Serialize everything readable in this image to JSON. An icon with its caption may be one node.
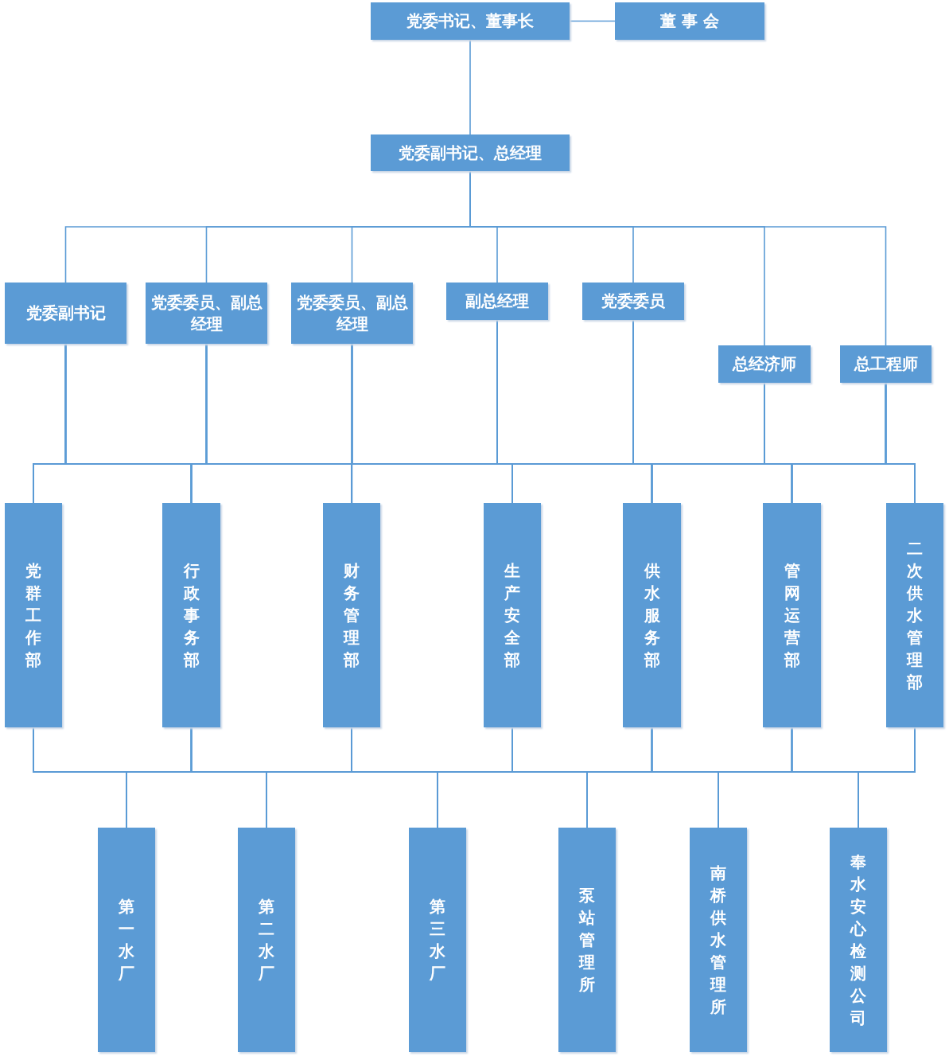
{
  "diagram": {
    "nodes": [
      {
        "text": [
          "党委书记、董事长"
        ]
      },
      {
        "text": [
          "董 事 会"
        ]
      },
      {
        "text": [
          "党委副书记、总经理"
        ]
      },
      {
        "text": [
          "党委副书记"
        ]
      },
      {
        "text": [
          "党委委员、副总经理"
        ]
      },
      {
        "text": [
          "党委委员、副总经理"
        ]
      },
      {
        "text": [
          "副总经理"
        ]
      },
      {
        "text": [
          "党委委员"
        ]
      },
      {
        "text": [
          "总经济师"
        ]
      },
      {
        "text": [
          "总工程师"
        ]
      },
      {
        "text": [
          "党群工作部"
        ]
      },
      {
        "text": [
          "行政事务部"
        ]
      },
      {
        "text": [
          "财务管理部"
        ]
      },
      {
        "text": [
          "生产安全部"
        ]
      },
      {
        "text": [
          "供水服务部"
        ]
      },
      {
        "text": [
          "管网运营部"
        ]
      },
      {
        "text": [
          "二次供水管理部"
        ]
      },
      {
        "text": [
          "第一水厂"
        ]
      },
      {
        "text": [
          "第二水厂"
        ]
      },
      {
        "text": [
          "第三水厂"
        ]
      },
      {
        "text": [
          "泵站管理所"
        ]
      },
      {
        "text": [
          "南桥供水管理所"
        ]
      },
      {
        "text": [
          "奉水安心检测公司"
        ]
      }
    ],
    "edges": [
      {
        "from": 0,
        "to": 1,
        "arrow": "none"
      },
      {
        "from": 0,
        "to": 2,
        "arrow": "none"
      },
      {
        "from": 2,
        "to": 3,
        "arrow": "none"
      },
      {
        "from": 2,
        "to": 4,
        "arrow": "none"
      },
      {
        "from": 2,
        "to": 5,
        "arrow": "none"
      },
      {
        "from": 2,
        "to": 6,
        "arrow": "none"
      },
      {
        "from": 2,
        "to": 7,
        "arrow": "none"
      },
      {
        "from": 2,
        "to": 8,
        "arrow": "none"
      },
      {
        "from": 2,
        "to": 9,
        "arrow": "none"
      },
      {
        "from": 3,
        "to": 10,
        "arrow": "none"
      },
      {
        "from": 3,
        "to": 11,
        "arrow": "none"
      },
      {
        "from": 3,
        "to": 12,
        "arrow": "none"
      },
      {
        "from": 3,
        "to": 13,
        "arrow": "none"
      },
      {
        "from": 3,
        "to": 14,
        "arrow": "none"
      },
      {
        "from": 3,
        "to": 15,
        "arrow": "none"
      },
      {
        "from": 3,
        "to": 16,
        "arrow": "none"
      },
      {
        "from": 4,
        "to": 10,
        "arrow": "none"
      },
      {
        "from": 4,
        "to": 11,
        "arrow": "none"
      },
      {
        "from": 4,
        "to": 12,
        "arrow": "none"
      },
      {
        "from": 4,
        "to": 13,
        "arrow": "none"
      },
      {
        "from": 4,
        "to": 14,
        "arrow": "none"
      },
      {
        "from": 4,
        "to": 15,
        "arrow": "none"
      },
      {
        "from": 4,
        "to": 16,
        "arrow": "none"
      },
      {
        "from": 5,
        "to": 10,
        "arrow": "none"
      },
      {
        "from": 5,
        "to": 11,
        "arrow": "none"
      },
      {
        "from": 5,
        "to": 12,
        "arrow": "none"
      },
      {
        "from": 5,
        "to": 13,
        "arrow": "none"
      },
      {
        "from": 5,
        "to": 14,
        "arrow": "none"
      },
      {
        "from": 5,
        "to": 15,
        "arrow": "none"
      },
      {
        "from": 5,
        "to": 16,
        "arrow": "none"
      },
      {
        "from": 6,
        "to": 10,
        "arrow": "none"
      },
      {
        "from": 6,
        "to": 11,
        "arrow": "none"
      },
      {
        "from": 6,
        "to": 12,
        "arrow": "none"
      },
      {
        "from": 6,
        "to": 13,
        "arrow": "none"
      },
      {
        "from": 6,
        "to": 14,
        "arrow": "none"
      },
      {
        "from": 6,
        "to": 15,
        "arrow": "none"
      },
      {
        "from": 6,
        "to": 16,
        "arrow": "none"
      },
      {
        "from": 7,
        "to": 10,
        "arrow": "none"
      },
      {
        "from": 7,
        "to": 11,
        "arrow": "none"
      },
      {
        "from": 7,
        "to": 12,
        "arrow": "none"
      },
      {
        "from": 7,
        "to": 13,
        "arrow": "none"
      },
      {
        "from": 7,
        "to": 14,
        "arrow": "none"
      },
      {
        "from": 7,
        "to": 15,
        "arrow": "none"
      },
      {
        "from": 7,
        "to": 16,
        "arrow": "none"
      },
      {
        "from": 8,
        "to": 10,
        "arrow": "none"
      },
      {
        "from": 8,
        "to": 11,
        "arrow": "none"
      },
      {
        "from": 8,
        "to": 12,
        "arrow": "none"
      },
      {
        "from": 8,
        "to": 13,
        "arrow": "none"
      },
      {
        "from": 8,
        "to": 14,
        "arrow": "none"
      },
      {
        "from": 8,
        "to": 15,
        "arrow": "none"
      },
      {
        "from": 8,
        "to": 16,
        "arrow": "none"
      },
      {
        "from": 9,
        "to": 10,
        "arrow": "none"
      },
      {
        "from": 9,
        "to": 11,
        "arrow": "none"
      },
      {
        "from": 9,
        "to": 12,
        "arrow": "none"
      },
      {
        "from": 9,
        "to": 13,
        "arrow": "none"
      },
      {
        "from": 9,
        "to": 14,
        "arrow": "none"
      },
      {
        "from": 9,
        "to": 15,
        "arrow": "none"
      },
      {
        "from": 9,
        "to": 16,
        "arrow": "none"
      },
      {
        "from": 10,
        "to": 17,
        "arrow": "none"
      },
      {
        "from": 10,
        "to": 18,
        "arrow": "none"
      },
      {
        "from": 10,
        "to": 19,
        "arrow": "none"
      },
      {
        "from": 10,
        "to": 20,
        "arrow": "none"
      },
      {
        "from": 10,
        "to": 21,
        "arrow": "none"
      },
      {
        "from": 10,
        "to": 22,
        "arrow": "none"
      },
      {
        "from": 11,
        "to": 17,
        "arrow": "none"
      },
      {
        "from": 11,
        "to": 18,
        "arrow": "none"
      },
      {
        "from": 11,
        "to": 19,
        "arrow": "none"
      },
      {
        "from": 11,
        "to": 20,
        "arrow": "none"
      },
      {
        "from": 11,
        "to": 21,
        "arrow": "none"
      },
      {
        "from": 11,
        "to": 22,
        "arrow": "none"
      },
      {
        "from": 12,
        "to": 17,
        "arrow": "none"
      },
      {
        "from": 12,
        "to": 18,
        "arrow": "none"
      },
      {
        "from": 12,
        "to": 19,
        "arrow": "none"
      },
      {
        "from": 12,
        "to": 20,
        "arrow": "none"
      },
      {
        "from": 12,
        "to": 21,
        "arrow": "none"
      },
      {
        "from": 12,
        "to": 22,
        "arrow": "none"
      },
      {
        "from": 13,
        "to": 17,
        "arrow": "none"
      },
      {
        "from": 13,
        "to": 18,
        "arrow": "none"
      },
      {
        "from": 13,
        "to": 19,
        "arrow": "none"
      },
      {
        "from": 13,
        "to": 20,
        "arrow": "none"
      },
      {
        "from": 13,
        "to": 21,
        "arrow": "none"
      },
      {
        "from": 13,
        "to": 22,
        "arrow": "none"
      },
      {
        "from": 14,
        "to": 17,
        "arrow": "none"
      },
      {
        "from": 14,
        "to": 18,
        "arrow": "none"
      },
      {
        "from": 14,
        "to": 19,
        "arrow": "none"
      },
      {
        "from": 14,
        "to": 20,
        "arrow": "none"
      },
      {
        "from": 14,
        "to": 21,
        "arrow": "none"
      },
      {
        "from": 14,
        "to": 22,
        "arrow": "none"
      },
      {
        "from": 15,
        "to": 17,
        "arrow": "none"
      },
      {
        "from": 15,
        "to": 18,
        "arrow": "none"
      },
      {
        "from": 15,
        "to": 19,
        "arrow": "none"
      },
      {
        "from": 15,
        "to": 20,
        "arrow": "none"
      },
      {
        "from": 15,
        "to": 21,
        "arrow": "none"
      },
      {
        "from": 15,
        "to": 22,
        "arrow": "none"
      },
      {
        "from": 16,
        "to": 17,
        "arrow": "none"
      },
      {
        "from": 16,
        "to": 18,
        "arrow": "none"
      },
      {
        "from": 16,
        "to": 19,
        "arrow": "none"
      },
      {
        "from": 16,
        "to": 20,
        "arrow": "none"
      },
      {
        "from": 16,
        "to": 21,
        "arrow": "none"
      },
      {
        "from": 16,
        "to": 22,
        "arrow": "none"
      }
    ]
  }
}
